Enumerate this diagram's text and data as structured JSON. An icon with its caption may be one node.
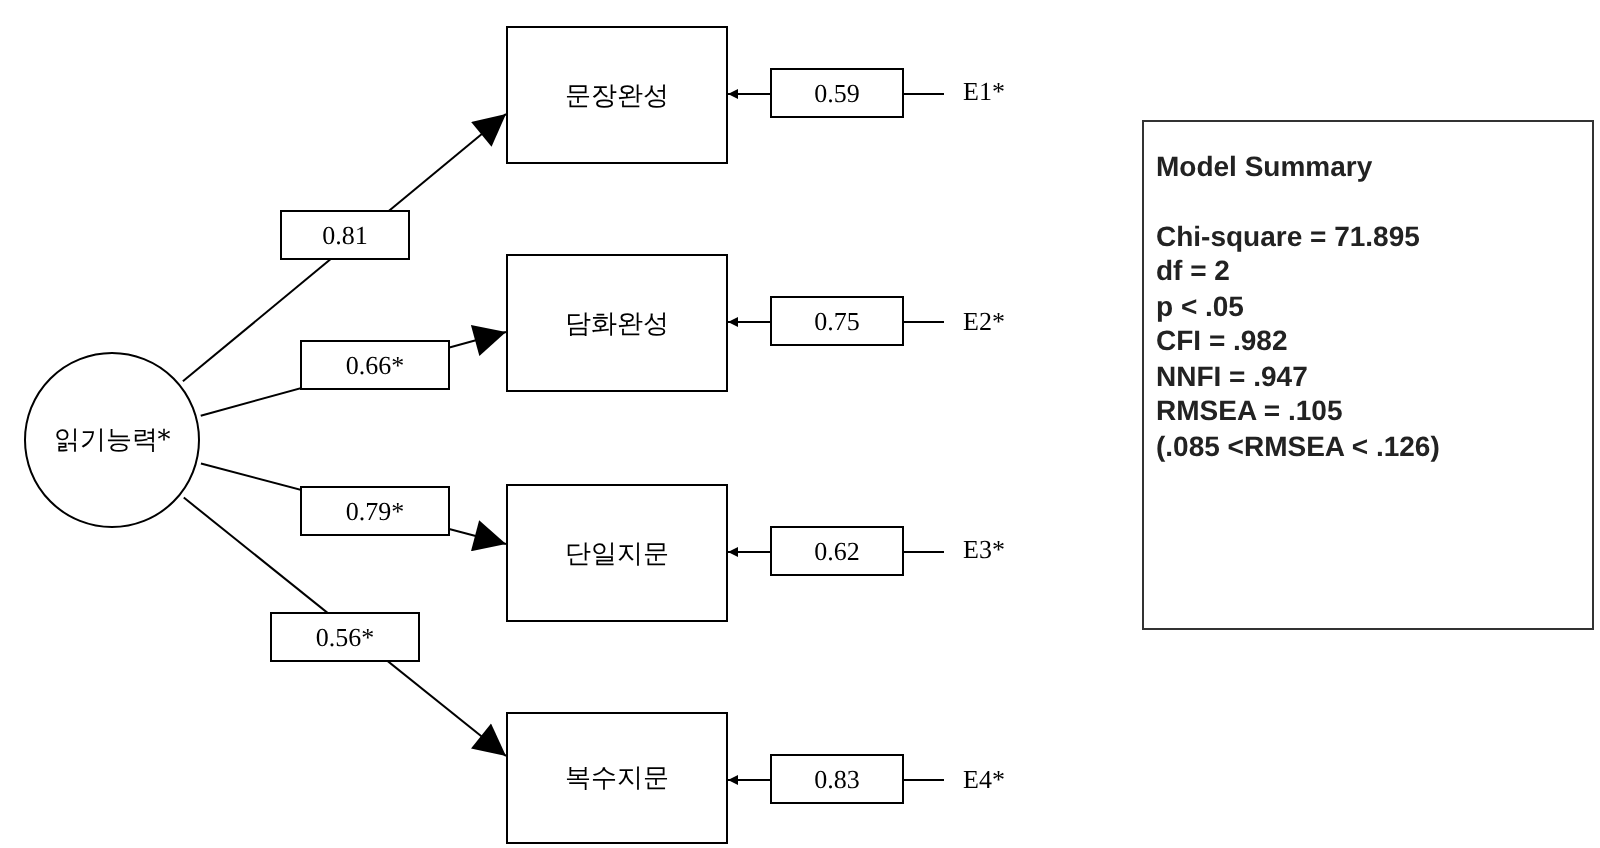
{
  "diagram": {
    "nodes": [
      {
        "text": [
          "읽기능력*"
        ]
      },
      {
        "text": [
          "문장완성"
        ]
      },
      {
        "text": [
          "담화완성"
        ]
      },
      {
        "text": [
          "단일지문"
        ]
      },
      {
        "text": [
          "복수지문"
        ]
      },
      {
        "text": [
          "E1*"
        ]
      },
      {
        "text": [
          "E2*"
        ]
      },
      {
        "text": [
          "E3*"
        ]
      },
      {
        "text": [
          "E4*"
        ]
      },
      {
        "text": [
          "Model Summary",
          "Chi-square = 71.895",
          "df = 2",
          "p < .05",
          "CFI = .982",
          "NNFI = .947",
          "RMSEA = .105",
          "(.085 <RMSEA < .126)"
        ]
      }
    ],
    "edges": [
      {
        "from": 0,
        "to": 1,
        "arrow": "to",
        "label": "0.81"
      },
      {
        "from": 0,
        "to": 2,
        "arrow": "to",
        "label": "0.66*"
      },
      {
        "from": 0,
        "to": 3,
        "arrow": "to",
        "label": "0.79*"
      },
      {
        "from": 0,
        "to": 4,
        "arrow": "to",
        "label": "0.56*"
      },
      {
        "from": 5,
        "to": 1,
        "arrow": "to",
        "label": "0.59"
      },
      {
        "from": 6,
        "to": 2,
        "arrow": "to",
        "label": "0.75"
      },
      {
        "from": 7,
        "to": 3,
        "arrow": "to",
        "label": "0.62"
      },
      {
        "from": 8,
        "to": 4,
        "arrow": "to",
        "label": "0.83"
      }
    ]
  }
}
